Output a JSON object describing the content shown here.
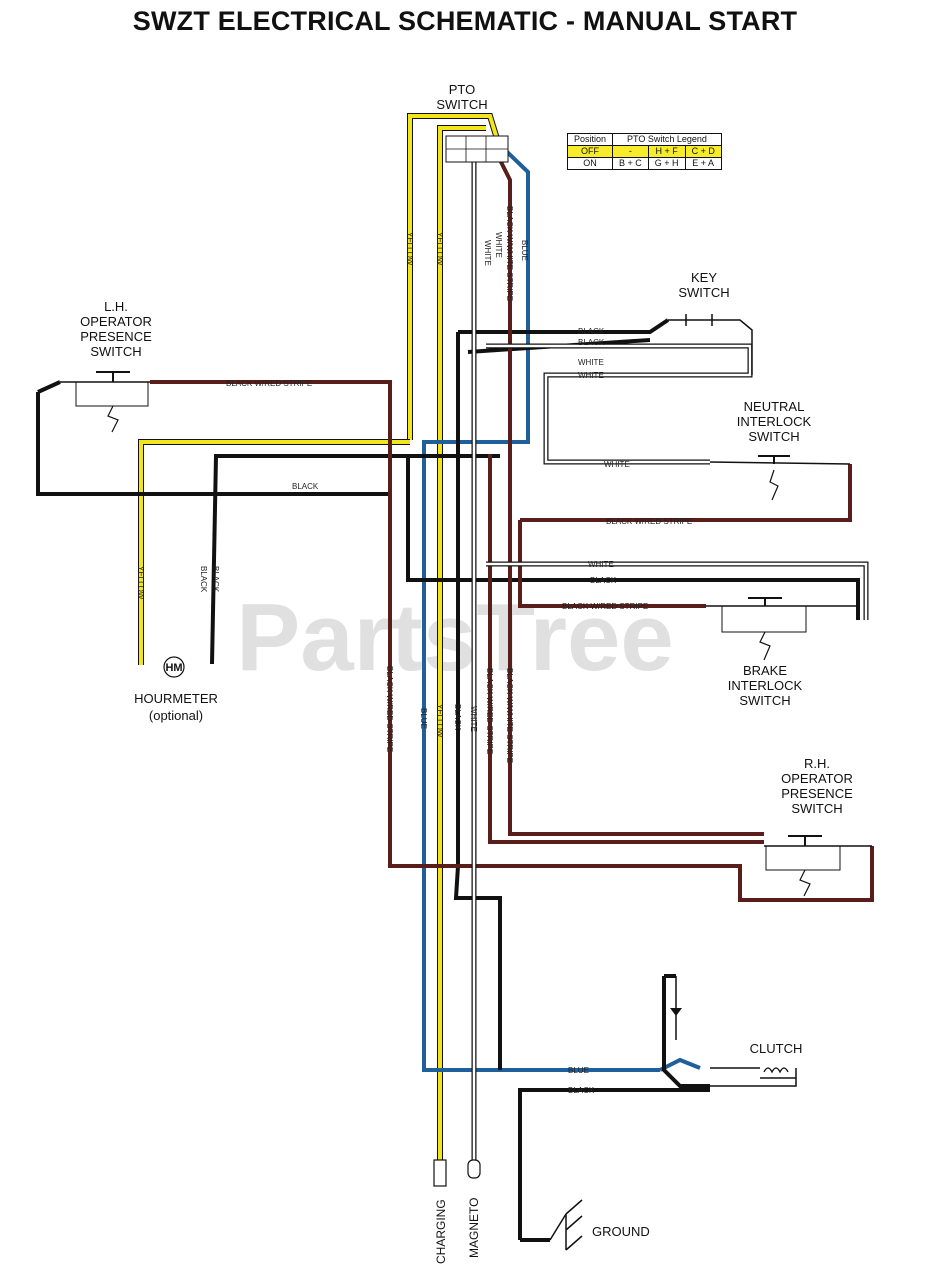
{
  "title": "SWZT ELECTRICAL SCHEMATIC - MANUAL START",
  "watermark": "PartsTree",
  "components": {
    "pto_switch": [
      "PTO",
      "SWITCH"
    ],
    "key_switch": [
      "KEY",
      "SWITCH"
    ],
    "lh_presence": [
      "L.H.",
      "OPERATOR",
      "PRESENCE",
      "SWITCH"
    ],
    "neutral_interlock": [
      "NEUTRAL",
      "INTERLOCK",
      "SWITCH"
    ],
    "brake_interlock": [
      "BRAKE",
      "INTERLOCK",
      "SWITCH"
    ],
    "rh_presence": [
      "R.H.",
      "OPERATOR",
      "PRESENCE",
      "SWITCH"
    ],
    "hourmeter": [
      "HOURMETER",
      "(optional)"
    ],
    "hourmeter_symbol": "HM",
    "clutch": "CLUTCH",
    "ground": "GROUND",
    "charging": "CHARGING",
    "magneto": "MAGNETO"
  },
  "legend": {
    "header": [
      "Position",
      "PTO Switch Legend"
    ],
    "rows": [
      [
        "OFF",
        "-",
        "H + F",
        "C + D"
      ],
      [
        "ON",
        "B + C",
        "G + H",
        "E + A"
      ]
    ]
  },
  "wire_labels": {
    "yellow": "YELLOW",
    "white": "WHITE",
    "black": "BLACK",
    "blue": "BLUE",
    "black_red": "BLACK W/RED STRIPE",
    "black_white": "BLACK W/WHITE STRIPE"
  },
  "colors": {
    "yellow": "#f2e51c",
    "blue": "#1f5f9c",
    "black": "#111111",
    "brown": "#5a1e1a",
    "white": "#ffffff"
  }
}
